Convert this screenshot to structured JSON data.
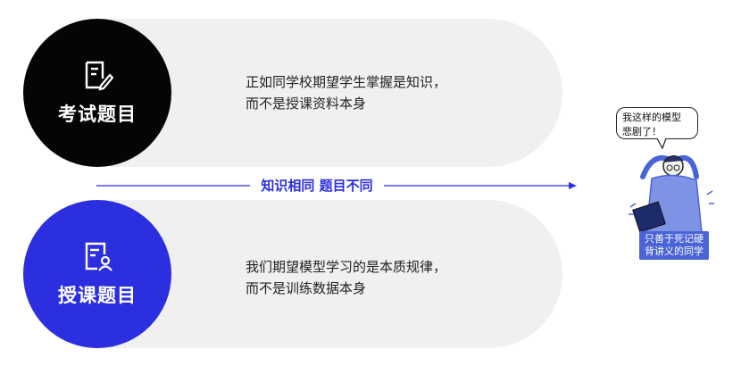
{
  "exam": {
    "title": "考试题目",
    "icon": "document-pen-icon",
    "lines": [
      "正如同学校期望学生掌握是知识，",
      "而不是授课资料本身"
    ]
  },
  "lecture": {
    "title": "授课题目",
    "icon": "document-person-icon",
    "lines": [
      "我们期望模型学习的是本质规律，",
      "而不是训练数据本身"
    ]
  },
  "middle_label": "知识相同  题目不同",
  "illustration": {
    "bubble_lines": [
      "我这样的模型",
      "悲剧了！"
    ],
    "caption_lines": [
      "只善于死记硬",
      "背讲义的同学"
    ]
  },
  "colors": {
    "exam": "#050505",
    "lecture": "#2b2fe0",
    "pill": "#f0f0f0",
    "accent": "#4a64d8"
  }
}
